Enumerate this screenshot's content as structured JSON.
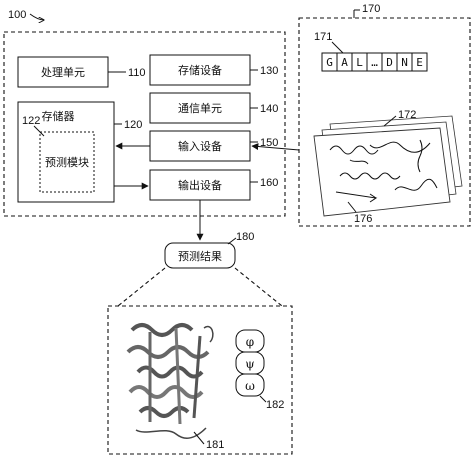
{
  "figure": {
    "ref_100": "100",
    "ref_170": "170",
    "ref_171": "171",
    "ref_172": "172",
    "ref_176": "176",
    "ref_180": "180",
    "ref_181": "181",
    "ref_182": "182",
    "ref_110": "110",
    "ref_120": "120",
    "ref_122": "122",
    "ref_130": "130",
    "ref_140": "140",
    "ref_150": "150",
    "ref_160": "160"
  },
  "system": {
    "processing_unit": "处理单元",
    "memory": "存储器",
    "prediction_module": "预测模块",
    "storage_device": "存储设备",
    "communication_unit": "通信单元",
    "input_device": "输入设备",
    "output_device": "输出设备"
  },
  "input": {
    "sequence": [
      "G",
      "A",
      "L",
      "…",
      "D",
      "N",
      "E"
    ]
  },
  "result": {
    "label": "预测结果",
    "angles": [
      "φ",
      "ψ",
      "ω"
    ]
  }
}
